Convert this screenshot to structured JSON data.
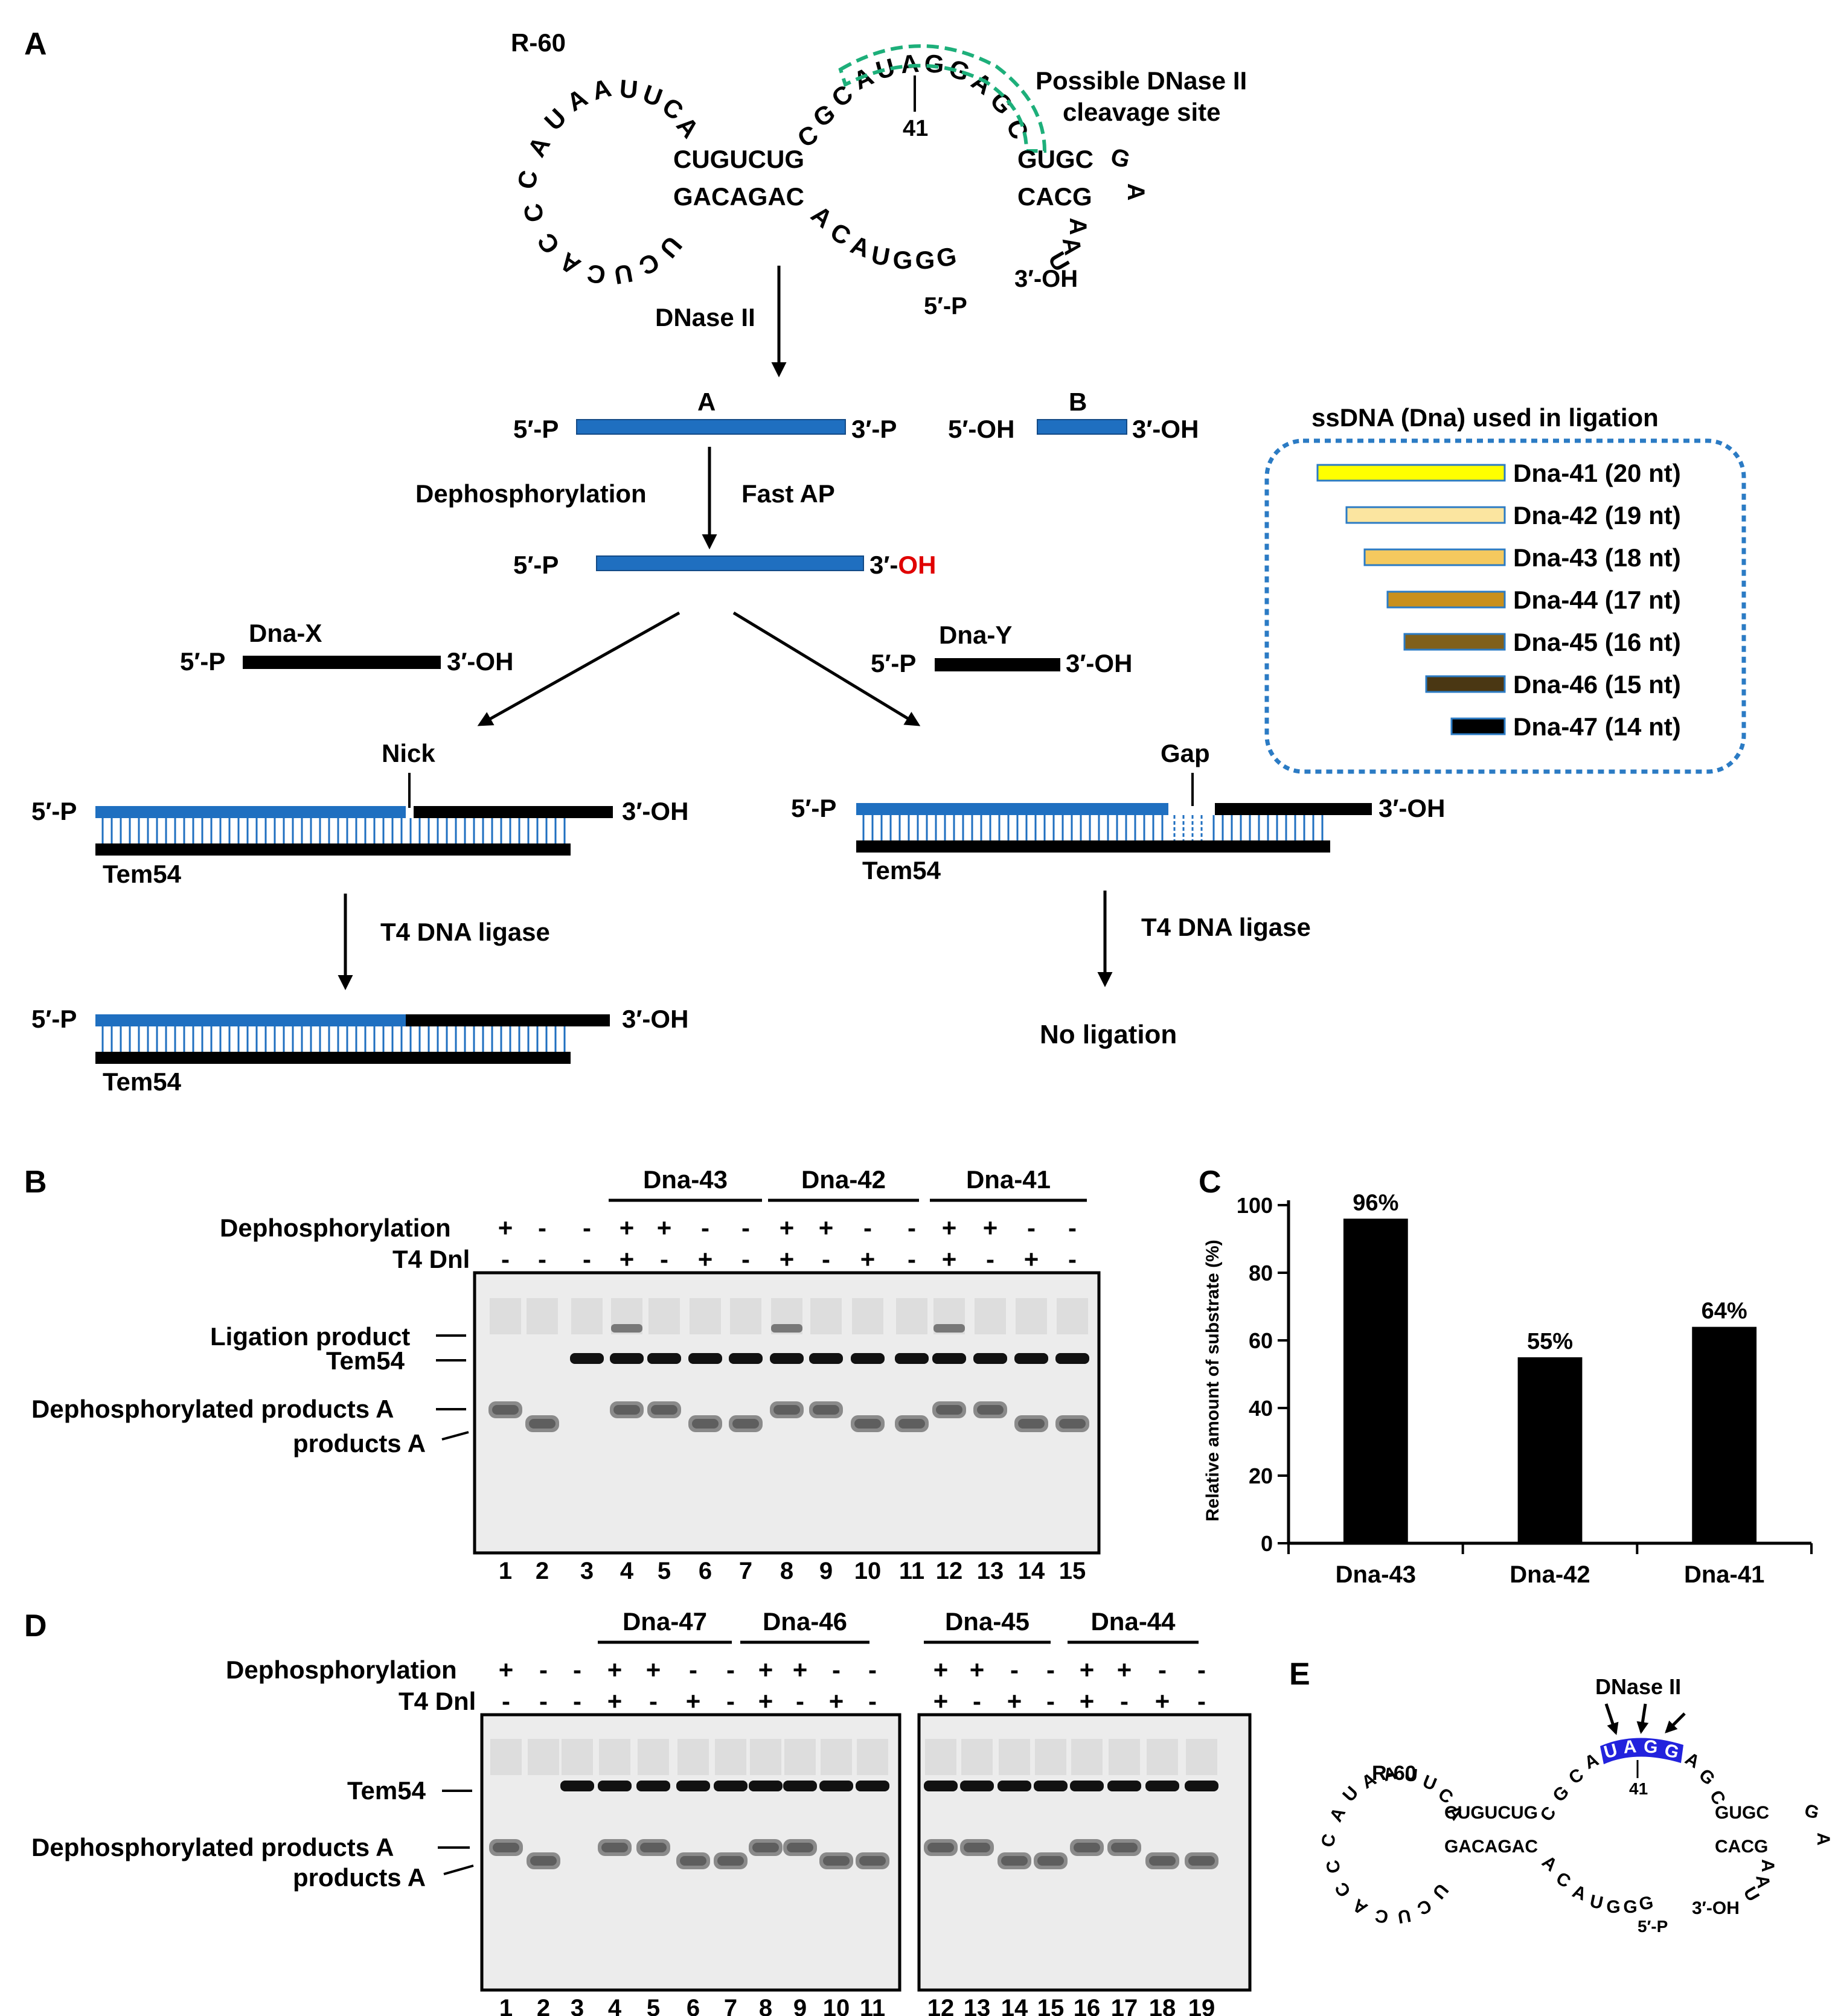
{
  "panel_a": {
    "label": "A",
    "rna_name": "R-60",
    "top_arc_seq": "CGCAUAGGAGC",
    "site_number": "41",
    "site_label_line1": "Possible DNase II",
    "site_label_line2": "cleavage site",
    "left_loop_seq": "CAUAAUUCA",
    "left_loop_lower_seq": "CCACUCU",
    "stem_top": "CUGUCUG",
    "stem_bottom": "GACAGAC",
    "bottom_arc_seq": "ACAUGGG",
    "right_stem_top": "GUGC",
    "right_stem_bottom": "CACG",
    "hairpin_loop": "GA",
    "right_tail": "AAU",
    "end_5p": "5′-P",
    "end_3oh": "3′-OH",
    "step_dnase": "DNase II",
    "frag_a_label": "A",
    "frag_b_label": "B",
    "frag_a_5p": "5′-P",
    "frag_a_3p": "3′-P",
    "frag_b_5oh": "5′-OH",
    "frag_b_3oh": "3′-OH",
    "step_dephos": "Dephosphorylation",
    "step_fastap": "Fast AP",
    "deph_5p": "5′-P",
    "deph_3_prefix": "3′-",
    "deph_3_oh": "OH",
    "dnax_name": "Dna-X",
    "dnax_5p": "5′-P",
    "dnax_3oh": "3′-OH",
    "dnay_name": "Dna-Y",
    "dnay_5p": "5′-P",
    "dnay_3oh": "3′-OH",
    "nick": "Nick",
    "gap": "Gap",
    "left_5p": "5′-P",
    "left_3oh": "3′-OH",
    "right_5p": "5′-P",
    "right_3oh": "3′-OH",
    "template": "Tem54",
    "ligase": "T4 DNA ligase",
    "no_ligation": "No ligation",
    "inset_title": "ssDNA (Dna) used in ligation",
    "inset_items": [
      {
        "label": "Dna-41 (20 nt)",
        "color": "#FFFF00"
      },
      {
        "label": "Dna-42 (19 nt)",
        "color": "#FBE5A0"
      },
      {
        "label": "Dna-43 (18 nt)",
        "color": "#F5C95E"
      },
      {
        "label": "Dna-44 (17 nt)",
        "color": "#C9901D"
      },
      {
        "label": "Dna-45 (16 nt)",
        "color": "#80601B"
      },
      {
        "label": "Dna-46 (15 nt)",
        "color": "#4A3713"
      },
      {
        "label": "Dna-47 (14 nt)",
        "color": "#000000"
      }
    ],
    "colors": {
      "rna_fragment": "#1F6FC0",
      "dna": "#000000",
      "highlight": "#E00000",
      "site_outline": "#1DAF7A",
      "inset_border": "#2B7BC4"
    }
  },
  "panel_b": {
    "label": "B",
    "groups": [
      "Dna-43",
      "Dna-42",
      "Dna-41"
    ],
    "row1_label": "Dephosphorylation",
    "row2_label": "T4 Dnl",
    "row1": [
      "+",
      "-",
      "-",
      "+",
      "+",
      "-",
      "-",
      "+",
      "+",
      "-",
      "-",
      "+",
      "+",
      "-",
      "-"
    ],
    "row2": [
      "-",
      "-",
      "-",
      "+",
      "-",
      "+",
      "-",
      "+",
      "-",
      "+",
      "-",
      "+",
      "-",
      "+",
      "-"
    ],
    "band_labels": [
      "Ligation product",
      "Tem54",
      "Dephosphorylated products A",
      "products A"
    ],
    "lanes": [
      "1",
      "2",
      "3",
      "4",
      "5",
      "6",
      "7",
      "8",
      "9",
      "10",
      "11",
      "12",
      "13",
      "14",
      "15"
    ]
  },
  "panel_c": {
    "label": "C",
    "chart_data": {
      "type": "bar",
      "categories": [
        "Dna-43",
        "Dna-42",
        "Dna-41"
      ],
      "values": [
        96,
        55,
        64
      ],
      "data_labels": [
        "96%",
        "55%",
        "64%"
      ],
      "ylabel": "Relative amount of substrate (%)",
      "ylim": [
        0,
        100
      ],
      "yticks": [
        "0",
        "20",
        "40",
        "60",
        "80",
        "100"
      ],
      "bar_color": "#000000",
      "grid": false
    }
  },
  "panel_d": {
    "label": "D",
    "groups": [
      "Dna-47",
      "Dna-46",
      "Dna-45",
      "Dna-44"
    ],
    "row1_label": "Dephosphorylation",
    "row2_label": "T4 Dnl",
    "row1": [
      "+",
      "-",
      "-",
      "+",
      "+",
      "-",
      "-",
      "+",
      "+",
      "-",
      "-",
      "+",
      "+",
      "-",
      "-",
      "+",
      "+",
      "-",
      "-"
    ],
    "row2": [
      "-",
      "-",
      "-",
      "+",
      "-",
      "+",
      "-",
      "+",
      "-",
      "+",
      "-",
      "+",
      "-",
      "+",
      "-",
      "+",
      "-",
      "+",
      "-"
    ],
    "band_labels": [
      "Tem54",
      "Dephosphorylated products A",
      "products A"
    ],
    "lanes": [
      "1",
      "2",
      "3",
      "4",
      "5",
      "6",
      "7",
      "8",
      "9",
      "10",
      "11",
      "12",
      "13",
      "14",
      "15",
      "16",
      "17",
      "18",
      "19"
    ]
  },
  "panel_e": {
    "label": "E",
    "enzyme": "DNase II",
    "rna_name": "R-60",
    "top_arc_pre": "CGCA",
    "highlight_seq": "UAGG",
    "top_arc_post": "AGC",
    "site_number": "41",
    "left_loop_seq": "CAUAAUUCA",
    "left_loop_lower_seq": "CCACUCU",
    "stem_top": "CUGUCUG",
    "stem_bottom": "GACAGAC",
    "bottom_arc_seq": "ACAUGGG",
    "right_stem_top": "GUGC",
    "right_stem_bottom": "CACG",
    "hairpin_loop": "GA",
    "right_tail": "AAU",
    "end_5p": "5′-P",
    "end_3oh": "3′-OH",
    "highlight_color": "#2222DD"
  }
}
